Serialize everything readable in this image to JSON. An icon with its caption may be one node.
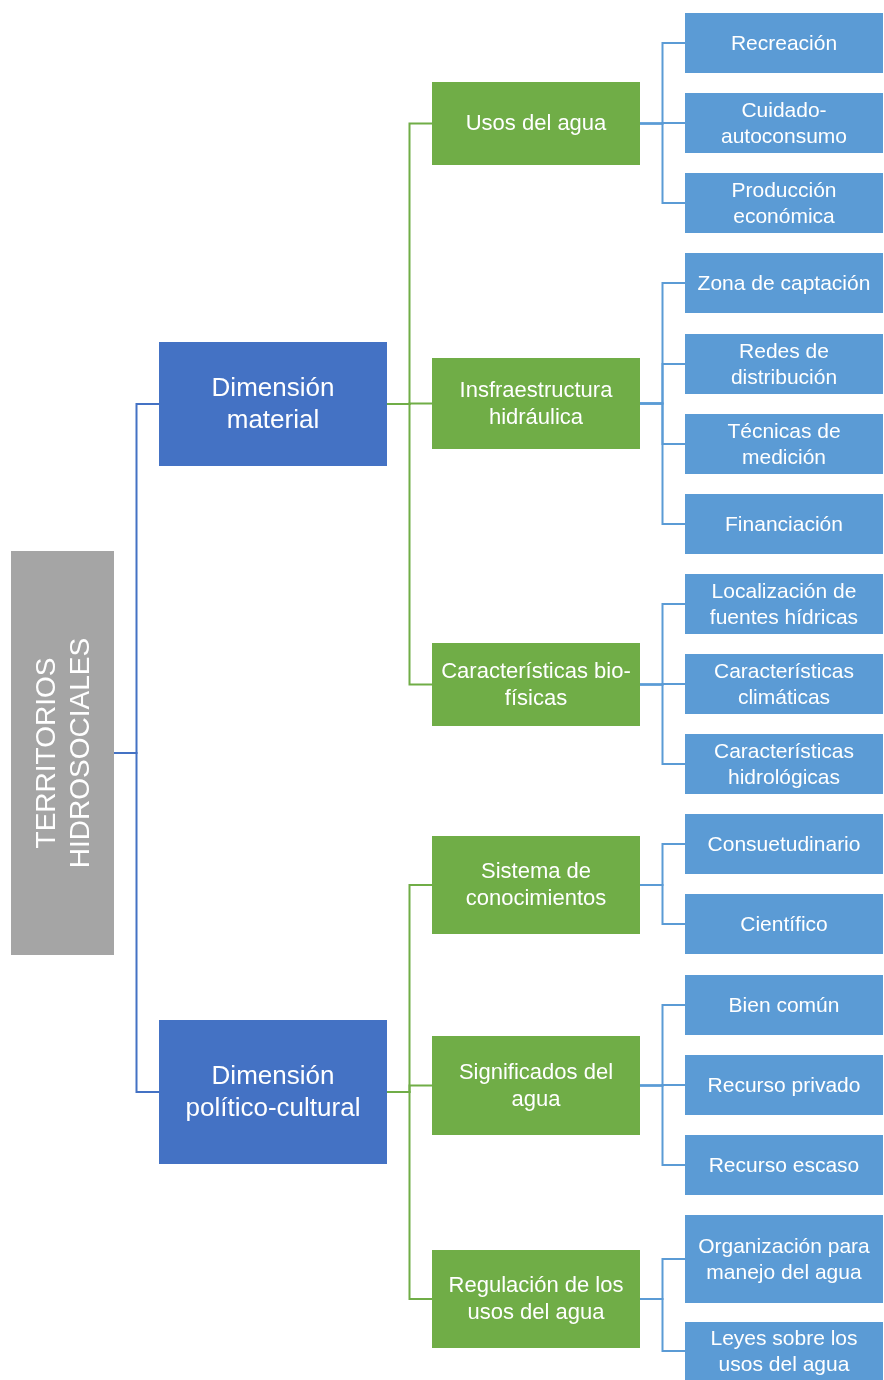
{
  "diagram": {
    "nodes": [
      {
        "text": [
          "TERRITORIOS HIDROSOCIALES"
        ]
      },
      {
        "text": [
          "Dimensión material"
        ]
      },
      {
        "text": [
          "Usos del agua"
        ]
      },
      {
        "text": [
          "Recreación"
        ]
      },
      {
        "text": [
          "Cuidado- autoconsumo"
        ]
      },
      {
        "text": [
          "Producción económica"
        ]
      },
      {
        "text": [
          "Insfraestructura hidráulica"
        ]
      },
      {
        "text": [
          "Zona de captación"
        ]
      },
      {
        "text": [
          "Redes de distribución"
        ]
      },
      {
        "text": [
          "Técnicas de medición"
        ]
      },
      {
        "text": [
          "Financiación"
        ]
      },
      {
        "text": [
          "Características bio-físicas"
        ]
      },
      {
        "text": [
          "Localización de fuentes hídricas"
        ]
      },
      {
        "text": [
          "Características climáticas"
        ]
      },
      {
        "text": [
          "Características hidrológicas"
        ]
      },
      {
        "text": [
          "Dimensión político-cultural"
        ]
      },
      {
        "text": [
          "Sistema de conocimientos"
        ]
      },
      {
        "text": [
          "Consuetudinario"
        ]
      },
      {
        "text": [
          "Científico"
        ]
      },
      {
        "text": [
          "Significados del agua"
        ]
      },
      {
        "text": [
          "Bien común"
        ]
      },
      {
        "text": [
          "Recurso privado"
        ]
      },
      {
        "text": [
          "Recurso escaso"
        ]
      },
      {
        "text": [
          "Regulación de los usos del agua"
        ]
      },
      {
        "text": [
          "Organización para manejo del agua"
        ]
      },
      {
        "text": [
          "Leyes sobre los usos del agua"
        ]
      }
    ],
    "edges": [
      {
        "from": 0,
        "to": 1,
        "arrow": "none",
        "color": "#4472c4"
      },
      {
        "from": 0,
        "to": 15,
        "arrow": "none",
        "color": "#4472c4"
      },
      {
        "from": 1,
        "to": 2,
        "arrow": "none",
        "color": "#70ad47"
      },
      {
        "from": 1,
        "to": 6,
        "arrow": "none",
        "color": "#70ad47"
      },
      {
        "from": 1,
        "to": 11,
        "arrow": "none",
        "color": "#70ad47"
      },
      {
        "from": 2,
        "to": 3,
        "arrow": "none"
      },
      {
        "from": 2,
        "to": 4,
        "arrow": "none"
      },
      {
        "from": 2,
        "to": 5,
        "arrow": "none"
      },
      {
        "from": 6,
        "to": 7,
        "arrow": "none"
      },
      {
        "from": 6,
        "to": 8,
        "arrow": "none"
      },
      {
        "from": 6,
        "to": 9,
        "arrow": "none"
      },
      {
        "from": 6,
        "to": 10,
        "arrow": "none"
      },
      {
        "from": 11,
        "to": 12,
        "arrow": "none"
      },
      {
        "from": 11,
        "to": 13,
        "arrow": "none"
      },
      {
        "from": 11,
        "to": 14,
        "arrow": "none"
      },
      {
        "from": 15,
        "to": 16,
        "arrow": "none",
        "color": "#70ad47"
      },
      {
        "from": 15,
        "to": 19,
        "arrow": "none",
        "color": "#70ad47"
      },
      {
        "from": 15,
        "to": 23,
        "arrow": "none",
        "color": "#70ad47"
      },
      {
        "from": 16,
        "to": 17,
        "arrow": "none"
      },
      {
        "from": 16,
        "to": 18,
        "arrow": "none"
      },
      {
        "from": 19,
        "to": 20,
        "arrow": "none"
      },
      {
        "from": 19,
        "to": 21,
        "arrow": "none"
      },
      {
        "from": 19,
        "to": 22,
        "arrow": "none"
      },
      {
        "from": 23,
        "to": 24,
        "arrow": "none"
      },
      {
        "from": 23,
        "to": 25,
        "arrow": "none"
      }
    ]
  }
}
